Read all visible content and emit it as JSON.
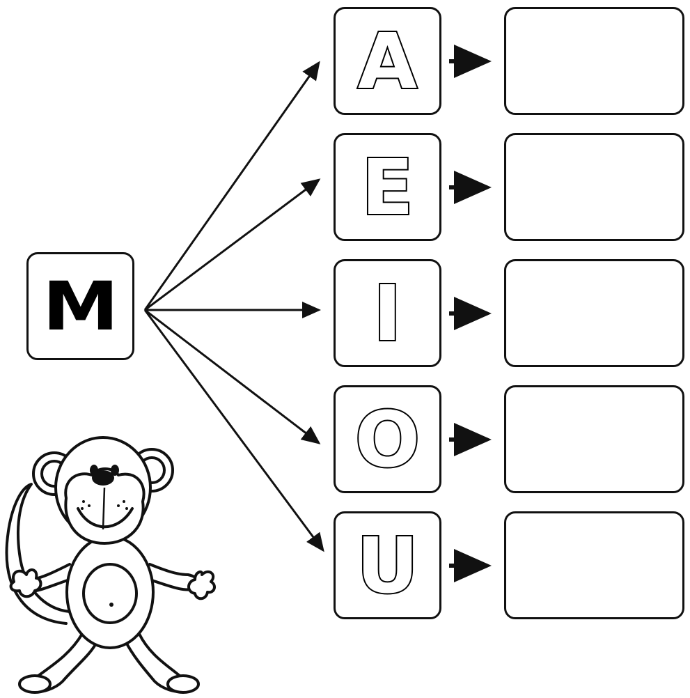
{
  "consonant": "M",
  "vowels": [
    "A",
    "E",
    "I",
    "O",
    "U"
  ],
  "answers": [
    "",
    "",
    "",
    "",
    ""
  ],
  "illustration_icon": "monkey-icon"
}
